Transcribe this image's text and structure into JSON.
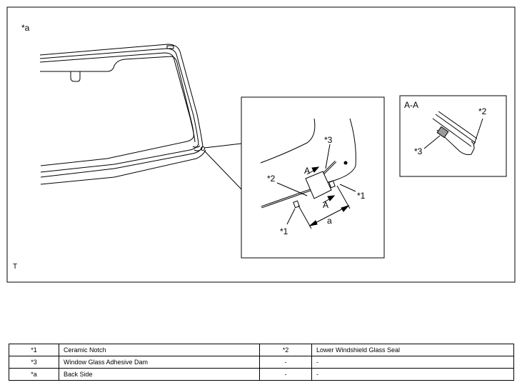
{
  "figure": {
    "view_label": "*a",
    "corner_mark": "T",
    "callouts": {
      "notch_upper": "*1",
      "notch_lower": "*1",
      "seal": "*2",
      "dam": "*3",
      "dimension": "a",
      "section_top": "A",
      "section_bottom": "A"
    },
    "section": {
      "title": "A-A",
      "seal_label": "*2",
      "dam_label": "*3"
    }
  },
  "legend": {
    "rows": [
      {
        "code": "*1",
        "desc": "Ceramic Notch",
        "code2": "*2",
        "desc2": "Lower Windshield Glass Seal"
      },
      {
        "code": "*3",
        "desc": "Window Glass Adhesive Dam",
        "code2": "-",
        "desc2": "-"
      },
      {
        "code": "*a",
        "desc": "Back Side",
        "code2": "-",
        "desc2": "-"
      }
    ]
  }
}
